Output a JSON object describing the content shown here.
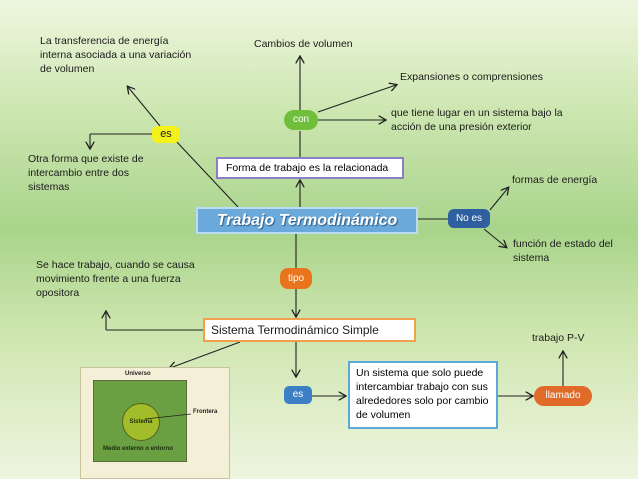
{
  "central": {
    "title": "Trabajo  Termodinámico"
  },
  "nodes": {
    "es_top": "es",
    "con": "con",
    "no_es": "No es",
    "tipo": "tipo",
    "es_bottom": "es",
    "llamado": "llamado"
  },
  "texts": {
    "transferencia": "La transferencia de energía interna asociada a una variación de volumen",
    "otra_forma": "Otra forma que existe de intercambio entre dos sistemas",
    "cambios_volumen": "Cambios de volumen",
    "expansiones": "Expansiones o comprensiones",
    "tiene_lugar": "que tiene lugar en un sistema bajo la acción de una presión exterior",
    "forma_trabajo": "Forma  de trabajo es la relacionada",
    "formas_energia": "formas de energía",
    "funcion_estado": "función de estado del sistema",
    "se_hace": "Se hace trabajo,  cuando se causa movimiento frente a una fuerza opositora",
    "sistema_simple": "Sistema Termodinámico Simple",
    "definicion": "Un sistema que solo puede intercambiar trabajo con sus alrededores solo por cambio de volumen",
    "trabajo_pv": "trabajo P-V"
  },
  "image": {
    "universo": "Universo",
    "sistema": "Sistema",
    "frontera": "Frontera",
    "medio": "Medio externo o entorno"
  },
  "colors": {
    "es_top": "#f5f21a",
    "con": "#6fbf3c",
    "no_es": "#2e5f9e",
    "tipo": "#e8741e",
    "es_bottom": "#3d7fc4",
    "llamado": "#e06a2a"
  }
}
